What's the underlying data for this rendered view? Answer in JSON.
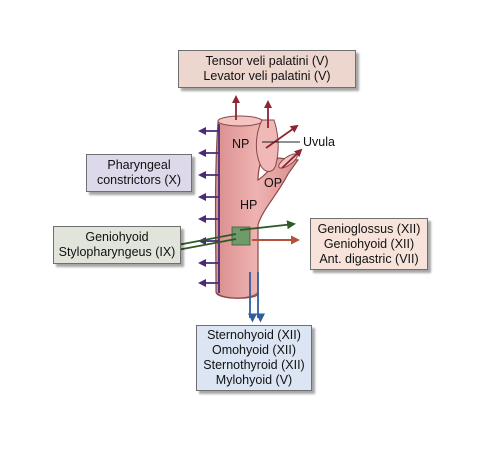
{
  "labels": {
    "np": "NP",
    "op": "OP",
    "hp": "HP",
    "uvula": "Uvula"
  },
  "boxes": {
    "tensor": {
      "lines": [
        "Tensor veli palatini (V)",
        "Levator veli palatini (V)"
      ],
      "fill": "#ecd6ce"
    },
    "constrictors": {
      "lines": [
        "Pharyngeal",
        "constrictors (X)"
      ],
      "fill": "#ddd8ea"
    },
    "geniohyoid": {
      "lines": [
        "Geniohyoid",
        "Stylopharyngeus (IX)"
      ],
      "fill": "#e0e4da"
    },
    "genioglossus": {
      "lines": [
        "Genioglossus (XII)",
        "Geniohyoid (XII)",
        "Ant. digastric (VII)"
      ],
      "fill": "#f7e3da"
    },
    "sternohyoid": {
      "lines": [
        "Sternohyoid (XII)",
        "Omohyoid (XII)",
        "Sternothyroid (XII)",
        "Mylohyoid (V)"
      ],
      "fill": "#dce5f3"
    }
  },
  "colors": {
    "tube_fill": "#e8a5a3",
    "tube_stroke": "#8a4848",
    "up_arrow": "#8f2433",
    "constrictor_arrow": "#4a2a78",
    "green_arrow": "#2f5a2a",
    "orange_arrow": "#b5523a",
    "down_arrow": "#2f5f9a",
    "patch": "#6f9a6a"
  }
}
